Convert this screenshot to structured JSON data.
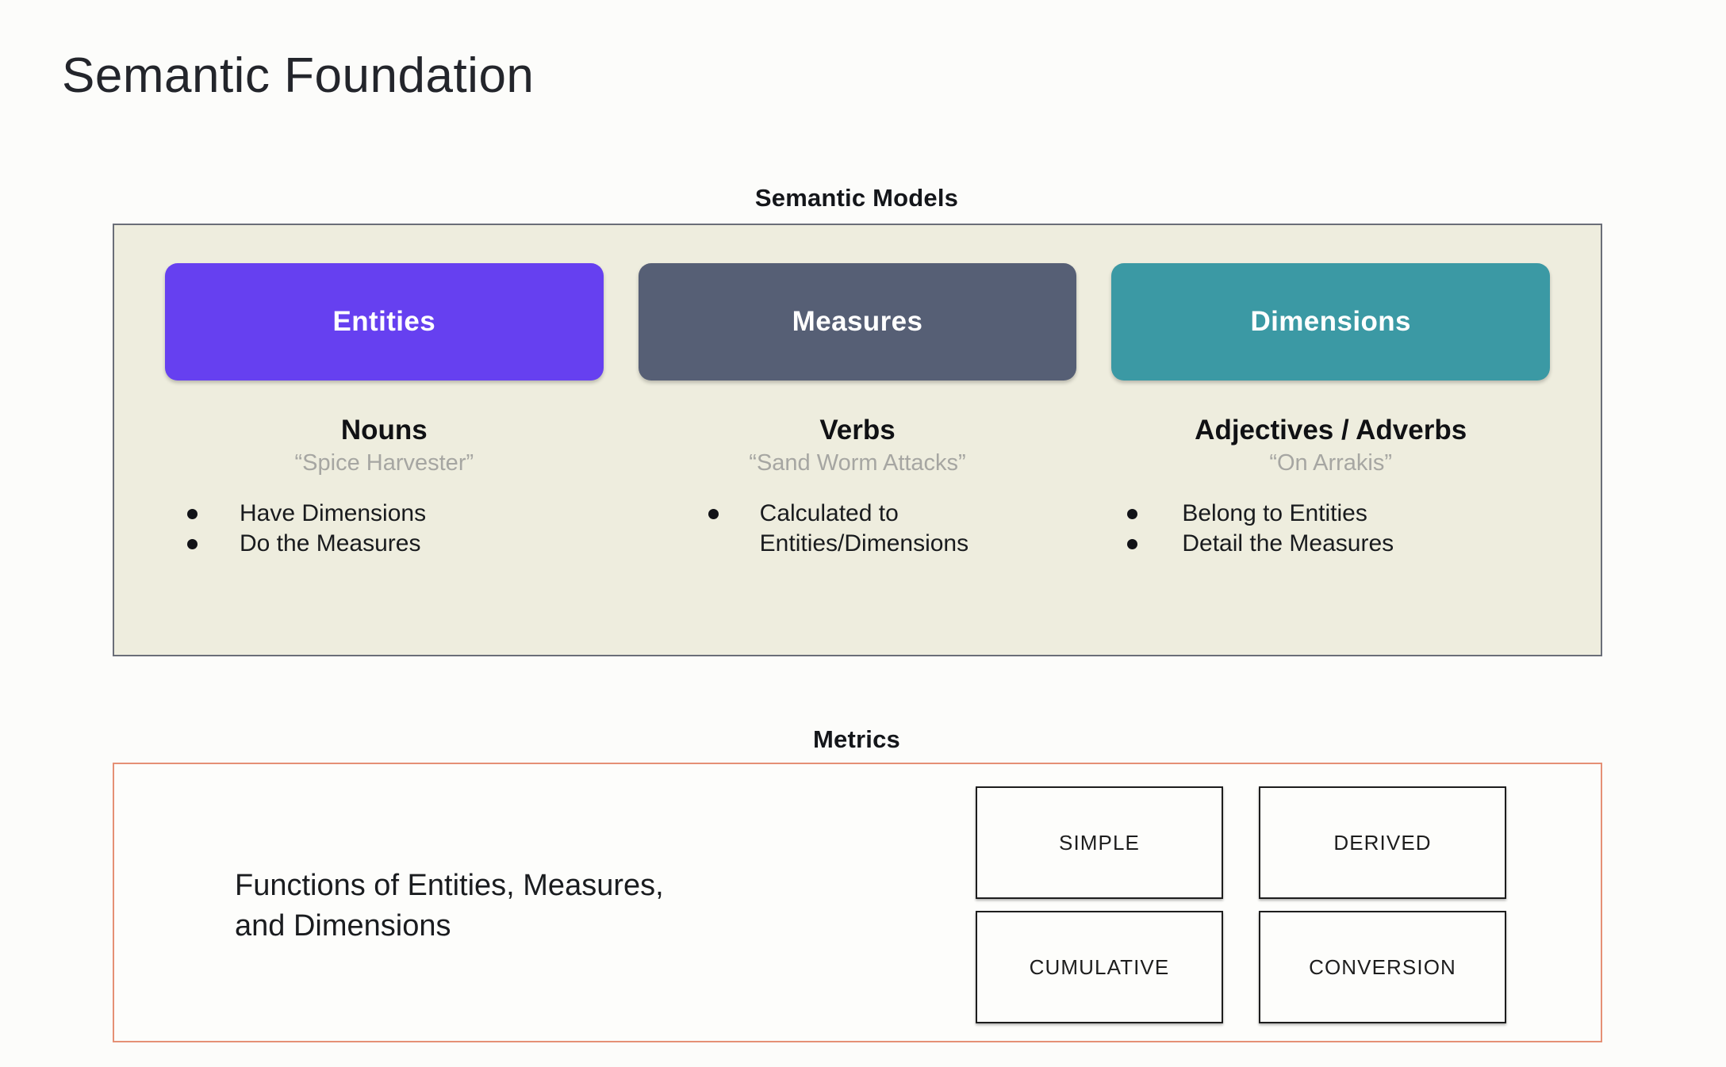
{
  "slide": {
    "title": "Semantic Foundation",
    "background_color": "#fcfcfa"
  },
  "semantic_models": {
    "heading": "Semantic Models",
    "panel_background": "#eeedde",
    "panel_border_color": "#6a6e78",
    "columns": [
      {
        "pill_label": "Entities",
        "pill_color": "#6640f0",
        "word_class": "Nouns",
        "example": "“Spice Harvester”",
        "bullets": [
          "Have Dimensions",
          "Do the Measures"
        ]
      },
      {
        "pill_label": "Measures",
        "pill_color": "#565f75",
        "word_class": "Verbs",
        "example": "“Sand Worm Attacks”",
        "bullets": [
          "Calculated to Entities/Dimensions"
        ]
      },
      {
        "pill_label": "Dimensions",
        "pill_color": "#3b99a4",
        "word_class": "Adjectives / Adverbs",
        "example": "“On Arrakis”",
        "bullets": [
          "Belong to Entities",
          "Detail the Measures"
        ]
      }
    ]
  },
  "metrics": {
    "heading": "Metrics",
    "panel_border_color": "#e59075",
    "description_line_1": "Functions of Entities, Measures,",
    "description_line_2": "and Dimensions",
    "types": [
      "SIMPLE",
      "DERIVED",
      "CUMULATIVE",
      "CONVERSION"
    ]
  }
}
